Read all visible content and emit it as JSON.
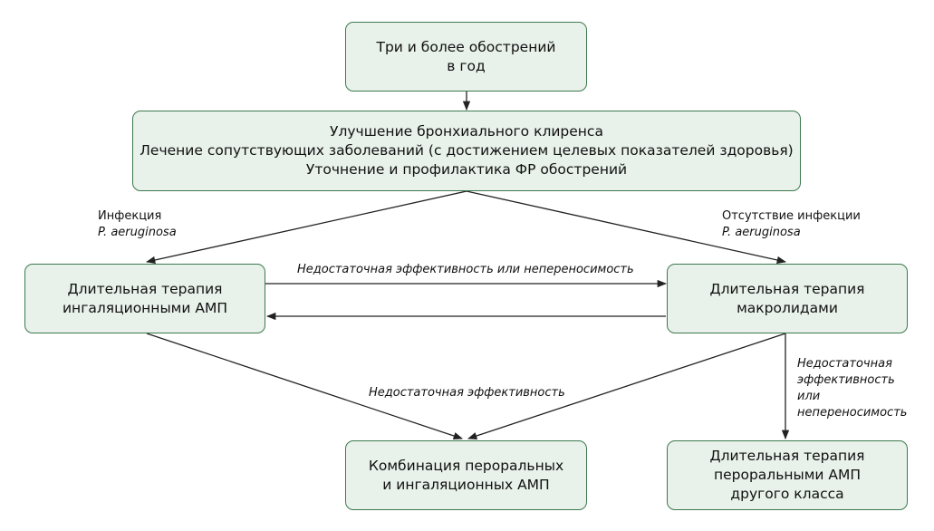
{
  "nodes": {
    "exacerbations": [
      "Три и более обострений",
      "в год"
    ],
    "base_therapy": [
      "Улучшение бронхиального клиренса",
      "Лечение сопутствующих заболеваний (с достижением целевых показателей здоровья)",
      "Уточнение и профилактика ФР обострений"
    ],
    "inhaled_amp": [
      "Длительная терапия",
      "ингаляционными АМП"
    ],
    "macrolides": [
      "Длительная терапия",
      "макролидами"
    ],
    "combination": [
      "Комбинация пероральных",
      "и ингаляционных АМП"
    ],
    "oral_other": [
      "Длительная терапия",
      "пероральными АМП",
      "другого класса"
    ]
  },
  "edge_labels": {
    "infection": {
      "line1": "Инфекция",
      "line2": "P. aeruginosa"
    },
    "no_infection": {
      "line1": "Отсутствие инфекции",
      "line2": "P. aeruginosa"
    },
    "insufficient_or_intolerance": "Недостаточная эффективность или непереносимость",
    "insufficient": "Недостаточная эффективность",
    "insufficient_or_intolerance_vertical": [
      "Недостаточная",
      "эффективность",
      "или",
      "непереносимость"
    ]
  },
  "colors": {
    "box_fill": "#e8f1ea",
    "box_border": "#3d7a4f",
    "arrow": "#222222"
  }
}
